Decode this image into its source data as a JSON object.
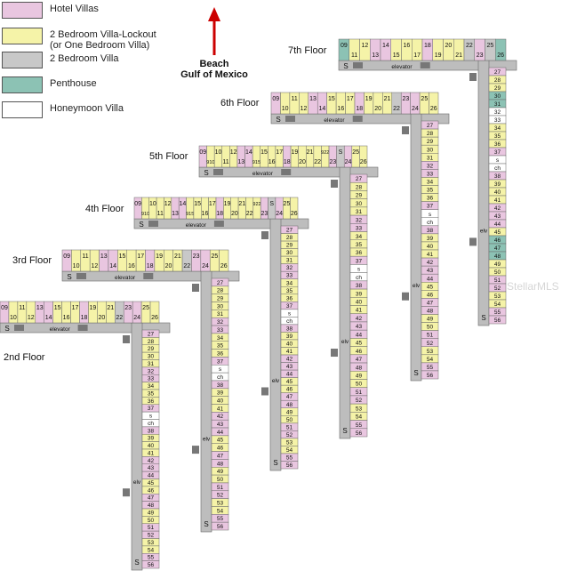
{
  "legend": [
    {
      "label": "Hotel Villas",
      "color": "#e9c6e0"
    },
    {
      "label": "2 Bedroom Villa-Lockout\n(or One Bedroom Villa)",
      "color": "#f5f3a8"
    },
    {
      "label": "2 Bedroom Villa",
      "color": "#c8c8c8"
    },
    {
      "label": "Penthouse",
      "color": "#8cc2b4"
    },
    {
      "label": "Honeymoon Villa",
      "color": "#ffffff"
    }
  ],
  "beach": {
    "line1": "Beach",
    "line2": "Gulf of Mexico"
  },
  "labels": {
    "stair": "S",
    "elevator": "elevator",
    "elv": "elv"
  },
  "watermark": "StellarMLS",
  "floors": [
    {
      "name": "2nd Floor",
      "top_units": [
        "09",
        "10",
        "11",
        "12",
        "13",
        "14",
        "15",
        "16",
        "17",
        "18",
        "19",
        "20",
        "21",
        "22",
        "23",
        "24",
        "25",
        "26"
      ],
      "top_types": [
        "h",
        "y",
        "y",
        "y",
        "h",
        "h",
        "y",
        "y",
        "y",
        "h",
        "y",
        "y",
        "y",
        "g",
        "h",
        "h",
        "y",
        "y"
      ],
      "bottom_units": [
        "27",
        "28",
        "29",
        "30",
        "31",
        "32",
        "33",
        "34",
        "35",
        "36",
        "37",
        "s",
        "ch",
        "38",
        "39",
        "40",
        "41",
        "42",
        "43",
        "44",
        "45",
        "46",
        "47",
        "48",
        "49",
        "50",
        "51",
        "52",
        "53",
        "54",
        "55",
        "56"
      ],
      "bottom_types": [
        "h",
        "y",
        "y",
        "y",
        "y",
        "h",
        "h",
        "y",
        "y",
        "y",
        "h",
        "w",
        "w",
        "h",
        "y",
        "y",
        "y",
        "h",
        "h",
        "h",
        "y",
        "y",
        "h",
        "h",
        "y",
        "y",
        "h",
        "h",
        "y",
        "y",
        "h",
        "h"
      ]
    },
    {
      "name": "3rd Floor",
      "top_units": [
        "09",
        "10",
        "11",
        "12",
        "13",
        "14",
        "15",
        "16",
        "17",
        "18",
        "19",
        "20",
        "21",
        "22",
        "23",
        "24",
        "25",
        "26"
      ],
      "top_types": [
        "h",
        "y",
        "y",
        "y",
        "h",
        "h",
        "y",
        "y",
        "y",
        "h",
        "y",
        "y",
        "y",
        "g",
        "h",
        "h",
        "y",
        "y"
      ],
      "bottom_units": [
        "27",
        "28",
        "29",
        "30",
        "31",
        "32",
        "33",
        "34",
        "35",
        "36",
        "37",
        "s",
        "ch",
        "38",
        "39",
        "40",
        "41",
        "42",
        "43",
        "44",
        "45",
        "46",
        "47",
        "48",
        "49",
        "50",
        "51",
        "52",
        "53",
        "54",
        "55",
        "56"
      ],
      "bottom_types": [
        "h",
        "y",
        "y",
        "y",
        "y",
        "h",
        "h",
        "y",
        "y",
        "y",
        "h",
        "w",
        "w",
        "h",
        "y",
        "y",
        "y",
        "h",
        "h",
        "h",
        "y",
        "y",
        "h",
        "h",
        "y",
        "y",
        "h",
        "h",
        "y",
        "y",
        "h",
        "h"
      ]
    },
    {
      "name": "4th Floor",
      "top_units": [
        "09",
        "910",
        "10",
        "11",
        "12",
        "13",
        "14",
        "915",
        "15",
        "16",
        "17",
        "18",
        "19",
        "20",
        "21",
        "22",
        "922",
        "23",
        "S",
        "24",
        "25",
        "26"
      ],
      "top_types": [
        "h",
        "y",
        "y",
        "y",
        "y",
        "h",
        "h",
        "y",
        "y",
        "y",
        "y",
        "h",
        "y",
        "y",
        "y",
        "y",
        "y",
        "h",
        "g",
        "h",
        "y",
        "y"
      ],
      "bottom_units": [
        "27",
        "28",
        "29",
        "30",
        "31",
        "32",
        "33",
        "34",
        "35",
        "36",
        "37",
        "s",
        "ch",
        "38",
        "39",
        "40",
        "41",
        "42",
        "43",
        "44",
        "45",
        "46",
        "47",
        "48",
        "49",
        "50",
        "51",
        "52",
        "53",
        "54",
        "55",
        "56"
      ],
      "bottom_types": [
        "h",
        "y",
        "y",
        "y",
        "y",
        "h",
        "h",
        "y",
        "y",
        "y",
        "h",
        "w",
        "w",
        "h",
        "y",
        "y",
        "y",
        "h",
        "h",
        "h",
        "y",
        "y",
        "h",
        "h",
        "y",
        "y",
        "h",
        "h",
        "y",
        "y",
        "h",
        "h"
      ]
    },
    {
      "name": "5th Floor",
      "top_units": [
        "09",
        "910",
        "10",
        "11",
        "12",
        "13",
        "14",
        "915",
        "15",
        "16",
        "17",
        "18",
        "19",
        "20",
        "21",
        "22",
        "922",
        "23",
        "S",
        "24",
        "25",
        "26"
      ],
      "top_types": [
        "h",
        "y",
        "y",
        "y",
        "y",
        "h",
        "h",
        "y",
        "y",
        "y",
        "y",
        "h",
        "y",
        "y",
        "y",
        "y",
        "y",
        "h",
        "g",
        "h",
        "y",
        "y"
      ],
      "bottom_units": [
        "27",
        "28",
        "29",
        "30",
        "31",
        "32",
        "33",
        "34",
        "35",
        "36",
        "37",
        "s",
        "ch",
        "38",
        "39",
        "40",
        "41",
        "42",
        "43",
        "44",
        "45",
        "46",
        "47",
        "48",
        "49",
        "50",
        "51",
        "52",
        "53",
        "54",
        "55",
        "56"
      ],
      "bottom_types": [
        "h",
        "y",
        "y",
        "y",
        "y",
        "h",
        "h",
        "y",
        "y",
        "y",
        "h",
        "w",
        "w",
        "h",
        "y",
        "y",
        "y",
        "h",
        "h",
        "h",
        "y",
        "y",
        "h",
        "h",
        "y",
        "y",
        "h",
        "h",
        "y",
        "y",
        "h",
        "h"
      ]
    },
    {
      "name": "6th Floor",
      "top_units": [
        "09",
        "10",
        "11",
        "12",
        "13",
        "14",
        "15",
        "16",
        "17",
        "18",
        "19",
        "20",
        "21",
        "22",
        "23",
        "24",
        "25",
        "26"
      ],
      "top_types": [
        "h",
        "y",
        "y",
        "y",
        "h",
        "h",
        "y",
        "y",
        "y",
        "h",
        "y",
        "y",
        "y",
        "g",
        "h",
        "h",
        "y",
        "y"
      ],
      "bottom_units": [
        "27",
        "28",
        "29",
        "30",
        "31",
        "32",
        "33",
        "34",
        "35",
        "36",
        "37",
        "s",
        "ch",
        "38",
        "39",
        "40",
        "41",
        "42",
        "43",
        "44",
        "45",
        "46",
        "47",
        "48",
        "49",
        "50",
        "51",
        "52",
        "53",
        "54",
        "55",
        "56"
      ],
      "bottom_types": [
        "h",
        "y",
        "y",
        "y",
        "y",
        "h",
        "h",
        "y",
        "y",
        "y",
        "h",
        "w",
        "w",
        "h",
        "y",
        "y",
        "y",
        "h",
        "h",
        "h",
        "y",
        "y",
        "h",
        "h",
        "y",
        "y",
        "h",
        "h",
        "y",
        "y",
        "h",
        "h"
      ]
    },
    {
      "name": "7th Floor",
      "top_units": [
        "09",
        "11",
        "12",
        "13",
        "14",
        "15",
        "16",
        "17",
        "18",
        "19",
        "20",
        "21",
        "22",
        "23",
        "25",
        "26"
      ],
      "top_types": [
        "p",
        "y",
        "y",
        "h",
        "h",
        "y",
        "y",
        "y",
        "h",
        "y",
        "y",
        "y",
        "g",
        "h",
        "g",
        "p"
      ],
      "bottom_units": [
        "27",
        "28",
        "29",
        "30",
        "31",
        "32",
        "33",
        "34",
        "35",
        "36",
        "37",
        "s",
        "ch",
        "38",
        "39",
        "40",
        "41",
        "42",
        "43",
        "44",
        "45",
        "46",
        "47",
        "48",
        "49",
        "50",
        "51",
        "52",
        "53",
        "54",
        "55",
        "56"
      ],
      "bottom_types": [
        "h",
        "y",
        "y",
        "p",
        "p",
        "w",
        "w",
        "y",
        "y",
        "y",
        "h",
        "w",
        "w",
        "h",
        "y",
        "y",
        "y",
        "h",
        "h",
        "h",
        "y",
        "p",
        "p",
        "p",
        "y",
        "y",
        "h",
        "h",
        "y",
        "y",
        "h",
        "h"
      ]
    }
  ]
}
